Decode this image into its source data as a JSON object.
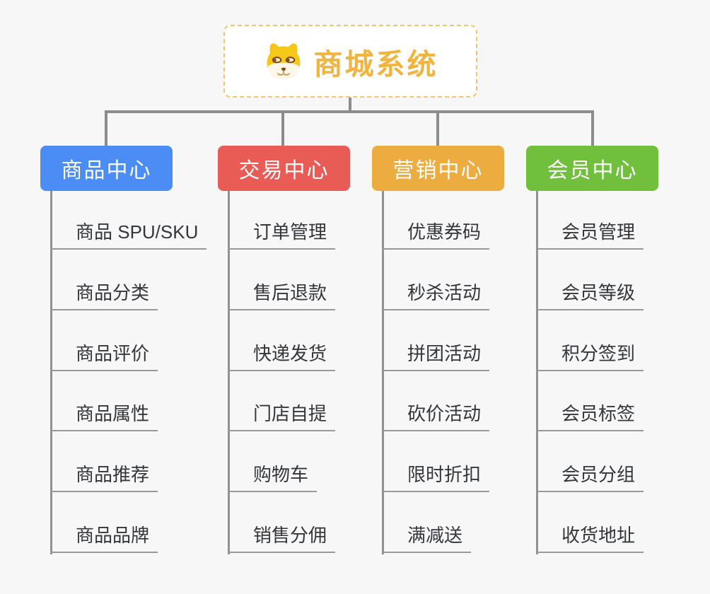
{
  "page": {
    "background_color": "#f7f7f8",
    "connector_color": "#8a8c8e",
    "leaf_underline_color": "#97999c",
    "leaf_text_color": "#33363b"
  },
  "root": {
    "title": "商城系统",
    "icon": "shiba-dog-icon",
    "title_color": "#f0b43f",
    "border_color": "#f7c36d",
    "background_color": "#ffffff"
  },
  "branches": [
    {
      "label": "商品中心",
      "color": "#4b8df4",
      "items": [
        "商品 SPU/SKU",
        "商品分类",
        "商品评价",
        "商品属性",
        "商品推荐",
        "商品品牌"
      ]
    },
    {
      "label": "交易中心",
      "color": "#e95b55",
      "items": [
        "订单管理",
        "售后退款",
        "快递发货",
        "门店自提",
        "购物车",
        "销售分佣"
      ]
    },
    {
      "label": "营销中心",
      "color": "#ecac40",
      "items": [
        "优惠券码",
        "秒杀活动",
        "拼团活动",
        "砍价活动",
        "限时折扣",
        "满减送"
      ]
    },
    {
      "label": "会员中心",
      "color": "#70bf3d",
      "items": [
        "会员管理",
        "会员等级",
        "积分签到",
        "会员标签",
        "会员分组",
        "收货地址"
      ]
    }
  ]
}
